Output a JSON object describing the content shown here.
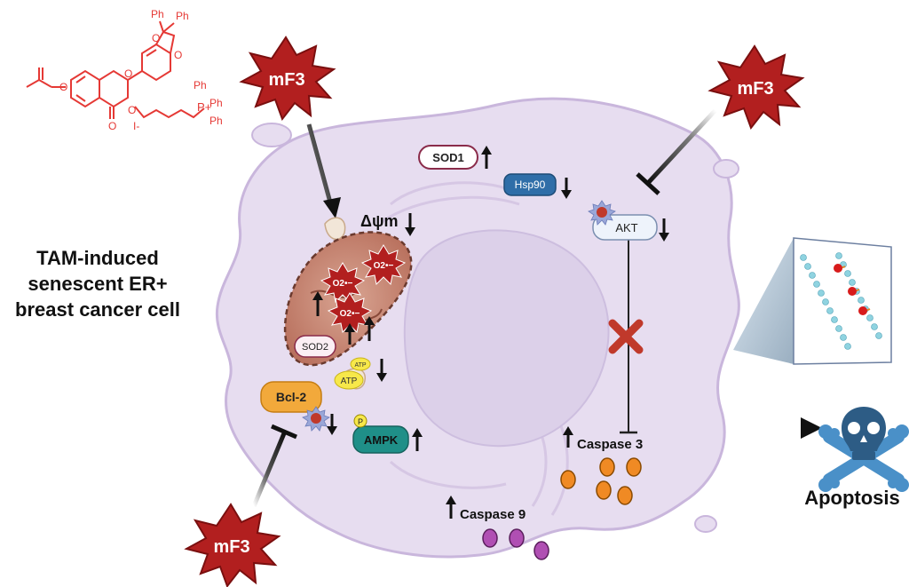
{
  "cell_label": [
    "TAM-induced",
    "senescent ER+",
    "breast cancer cell"
  ],
  "drug": {
    "name": "mF3",
    "colors": {
      "burst": "#b21f1f",
      "burst_stroke": "#7a0f0f",
      "text": "#ffffff"
    }
  },
  "structure": {
    "ph": "Ph",
    "p_plus": "P+",
    "o": "O",
    "iodide": "I-",
    "color": "#e53935"
  },
  "mito": {
    "ros": "O2•−",
    "sod2": "SOD2",
    "atp": "ATP",
    "delta_psi": "Δψm"
  },
  "proteins": {
    "sod1": "SOD1",
    "hsp90": "Hsp90",
    "akt": "AKT",
    "bcl2": "Bcl-2",
    "ampk": "AMPK",
    "phospho": "P",
    "caspase3": "Caspase 3",
    "caspase9": "Caspase 9"
  },
  "outcome": "Apoptosis",
  "palette": {
    "cell_fill": "#e7ddf0",
    "cell_stroke": "#c9b6dc",
    "nucleus_fill": "#dcd0e9",
    "mito_fill": "#c98a78",
    "mito_stroke": "#6b3a2e",
    "bcl2_fill": "#f2a93b",
    "ampk_fill": "#1f8f88",
    "hsp90_fill": "#2f6ea8",
    "casp3_fill": "#f08a24",
    "casp9_fill": "#b04fb3",
    "skull_fill": "#2d5c85",
    "bones_fill": "#4a90c8"
  }
}
